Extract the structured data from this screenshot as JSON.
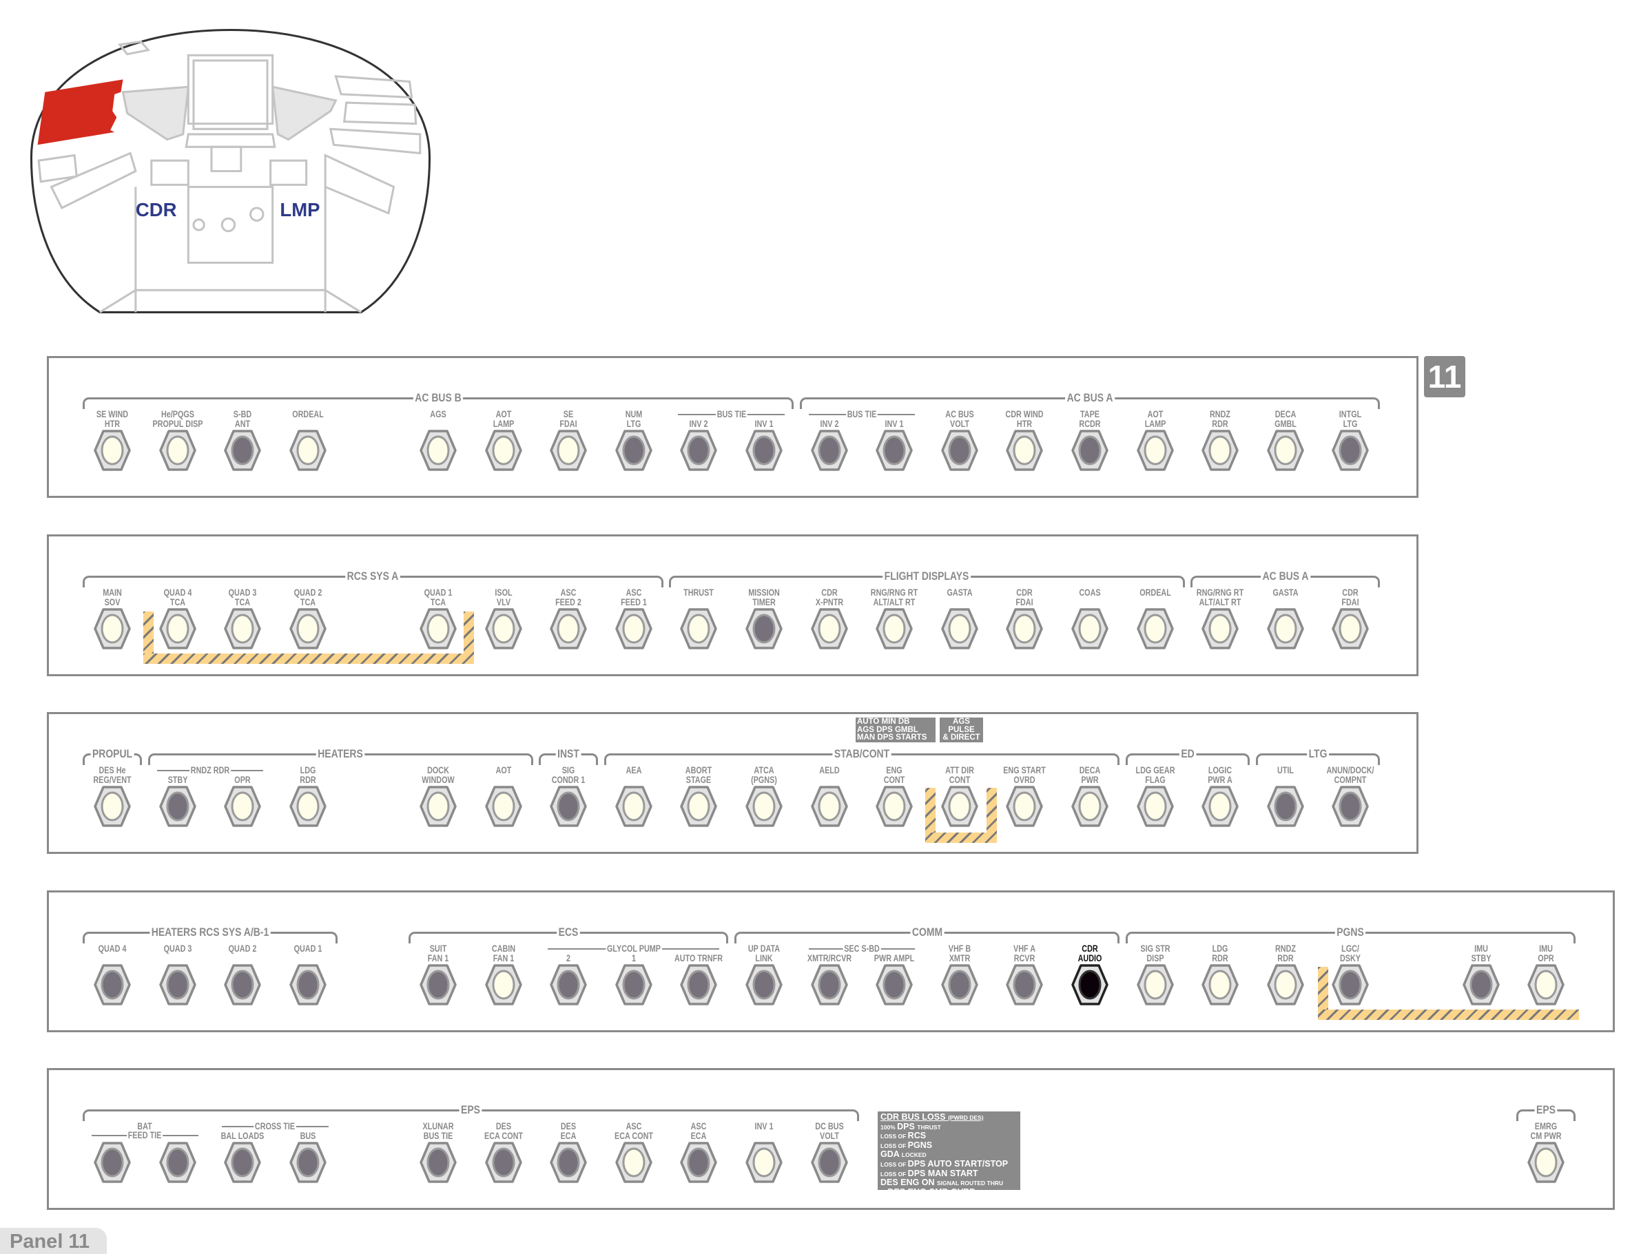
{
  "panel_badge": "11",
  "panel_tab": "Panel 11",
  "diagram": {
    "left_seat": "CDR",
    "right_seat": "LMP",
    "highlight_color": "#d42a1e",
    "seat_color": "#2e3a87"
  },
  "colors": {
    "on": "#fdfde9",
    "off": "#76717a",
    "selected": "#0b0209",
    "frame": "#8a8a8a",
    "hazard": "#fcd58c"
  },
  "rows": [
    {
      "groups": [
        {
          "label": "AC BUS B",
          "breakers": [
            {
              "label": "SE WIND\nHTR",
              "state": "on"
            },
            {
              "label": "He/PQGS\nPROPUL DISP",
              "state": "on"
            },
            {
              "label": "S-BD\nANT",
              "state": "off"
            },
            {
              "label": "ORDEAL",
              "state": "on"
            },
            null,
            {
              "label": "AGS",
              "state": "on"
            },
            {
              "label": "AOT\nLAMP",
              "state": "on"
            },
            {
              "label": "SE\nFDAI",
              "state": "on"
            },
            {
              "label": "NUM\nLTG",
              "state": "off"
            },
            {
              "label": "INV 2",
              "state": "off",
              "sub": "BUS TIE"
            },
            {
              "label": "INV 1",
              "state": "off",
              "sub": "BUS TIE"
            }
          ]
        },
        {
          "label": "AC BUS A",
          "breakers": [
            {
              "label": "INV 2",
              "state": "off",
              "sub": "BUS TIE"
            },
            {
              "label": "INV 1",
              "state": "off",
              "sub": "BUS TIE"
            },
            {
              "label": "AC BUS\nVOLT",
              "state": "off"
            },
            {
              "label": "CDR WIND\nHTR",
              "state": "on"
            },
            {
              "label": "TAPE\nRCDR",
              "state": "off"
            },
            {
              "label": "AOT\nLAMP",
              "state": "on"
            },
            {
              "label": "RNDZ\nRDR",
              "state": "on"
            },
            {
              "label": "DECA\nGMBL",
              "state": "on"
            },
            {
              "label": "INTGL\nLTG",
              "state": "off"
            }
          ]
        }
      ]
    },
    {
      "groups": [
        {
          "label": "RCS SYS A",
          "breakers": [
            {
              "label": "MAIN\nSOV",
              "state": "on"
            },
            {
              "label": "QUAD 4\nTCA",
              "state": "on"
            },
            {
              "label": "QUAD 3\nTCA",
              "state": "on"
            },
            {
              "label": "QUAD 2\nTCA",
              "state": "on"
            },
            null,
            {
              "label": "QUAD 1\nTCA",
              "state": "on"
            },
            {
              "label": "ISOL\nVLV",
              "state": "on"
            },
            {
              "label": "ASC\nFEED 2",
              "state": "on"
            },
            {
              "label": "ASC\nFEED 1",
              "state": "on"
            }
          ]
        },
        {
          "label": "FLIGHT DISPLAYS",
          "breakers": [
            {
              "label": "THRUST",
              "state": "on"
            },
            {
              "label": "MISSION\nTIMER",
              "state": "off"
            },
            {
              "label": "CDR\nX-PNTR",
              "state": "on"
            },
            {
              "label": "RNG/RNG RT\nALT/ALT RT",
              "state": "on"
            },
            {
              "label": "GASTA",
              "state": "on"
            },
            {
              "label": "CDR\nFDAI",
              "state": "on"
            },
            {
              "label": "COAS",
              "state": "on"
            },
            {
              "label": "ORDEAL",
              "state": "on"
            }
          ]
        },
        {
          "label": "AC BUS A",
          "breakers": [
            {
              "label": "RNG/RNG RT\nALT/ALT RT",
              "state": "on"
            },
            {
              "label": "GASTA",
              "state": "on"
            },
            {
              "label": "CDR\nFDAI",
              "state": "on"
            }
          ]
        }
      ]
    },
    {
      "groups": [
        {
          "label": "PROPUL",
          "breakers": [
            {
              "label": "DES He\nREG/VENT",
              "state": "on"
            }
          ]
        },
        {
          "label": "HEATERS",
          "breakers": [
            {
              "label": "STBY",
              "state": "off",
              "sub": "RNDZ RDR"
            },
            {
              "label": "OPR",
              "state": "on",
              "sub": "RNDZ RDR"
            },
            {
              "label": "LDG\nRDR",
              "state": "on"
            },
            null,
            {
              "label": "DOCK\nWINDOW",
              "state": "on"
            },
            {
              "label": "AOT",
              "state": "on"
            }
          ]
        },
        {
          "label": "INST",
          "breakers": [
            {
              "label": "SIG\nCONDR 1",
              "state": "off"
            }
          ]
        },
        {
          "label": "STAB/CONT",
          "breakers": [
            {
              "label": "AEA",
              "state": "on"
            },
            {
              "label": "ABORT\nSTAGE",
              "state": "on"
            },
            {
              "label": "ATCA\n(PGNS)",
              "state": "on"
            },
            {
              "label": "AELD",
              "state": "on"
            },
            {
              "label": "ENG\nCONT",
              "state": "on"
            },
            {
              "label": "ATT DIR\nCONT",
              "state": "on"
            },
            {
              "label": "ENG START\nOVRD",
              "state": "on"
            },
            {
              "label": "DECA\nPWR",
              "state": "on"
            }
          ]
        },
        {
          "label": "ED",
          "breakers": [
            {
              "label": "LDG GEAR\nFLAG",
              "state": "on"
            },
            {
              "label": "LOGIC\nPWR A",
              "state": "on"
            }
          ]
        },
        {
          "label": "LTG",
          "breakers": [
            {
              "label": "UTIL",
              "state": "off"
            },
            {
              "label": "ANUN/DOCK/\nCOMPNT",
              "state": "off"
            }
          ]
        }
      ],
      "notes": [
        {
          "text": "AUTO MIN DB\nAGS DPS GMBL\nMAN DPS STARTS"
        },
        {
          "text": "AGS\nPULSE\n& DIRECT"
        }
      ]
    },
    {
      "groups": [
        {
          "label": "HEATERS RCS SYS A/B-1",
          "breakers": [
            {
              "label": "QUAD 4",
              "state": "off"
            },
            {
              "label": "QUAD 3",
              "state": "off"
            },
            {
              "label": "QUAD 2",
              "state": "off"
            },
            {
              "label": "QUAD 1",
              "state": "off"
            }
          ]
        },
        {
          "label": null,
          "breakers": [
            null
          ]
        },
        {
          "label": "ECS",
          "breakers": [
            {
              "label": "SUIT\nFAN 1",
              "state": "off"
            },
            {
              "label": "CABIN\nFAN 1",
              "state": "on"
            },
            {
              "label": "2",
              "state": "off",
              "sub": "GLYCOL PUMP"
            },
            {
              "label": "1",
              "state": "off",
              "sub": "GLYCOL PUMP"
            },
            {
              "label": "AUTO TRNFR",
              "state": "off",
              "sub": "GLYCOL PUMP"
            }
          ]
        },
        {
          "label": "COMM",
          "breakers": [
            {
              "label": "UP DATA\nLINK",
              "state": "off"
            },
            {
              "label": "XMTR/RCVR",
              "state": "off",
              "sub": "SEC S-BD"
            },
            {
              "label": "PWR AMPL",
              "state": "off",
              "sub": "SEC S-BD"
            },
            {
              "label": "VHF B\nXMTR",
              "state": "off"
            },
            {
              "label": "VHF A\nRCVR",
              "state": "off"
            },
            {
              "label": "CDR\nAUDIO",
              "state": "selected"
            }
          ]
        },
        {
          "label": "PGNS",
          "breakers": [
            {
              "label": "SIG STR\nDISP",
              "state": "on"
            },
            {
              "label": "LDG\nRDR",
              "state": "on"
            },
            {
              "label": "RNDZ\nRDR",
              "state": "on"
            },
            {
              "label": "LGC/\nDSKY",
              "state": "off"
            },
            null,
            {
              "label": "IMU\nSTBY",
              "state": "off"
            },
            {
              "label": "IMU\nOPR",
              "state": "on"
            }
          ]
        }
      ]
    },
    {
      "groups": [
        {
          "label": "EPS",
          "breakers": [
            {
              "label": "",
              "state": "off",
              "sub": "FEED TIE",
              "sub_line": 2,
              "sub_title": "BAT"
            },
            {
              "label": "",
              "state": "off",
              "sub": "FEED TIE",
              "sub_line": 2
            },
            {
              "label": "BAL LOADS",
              "state": "off",
              "sub": "CROSS TIE"
            },
            {
              "label": "BUS",
              "state": "off",
              "sub": "CROSS TIE"
            },
            null,
            {
              "label": "XLUNAR\nBUS TIE",
              "state": "off"
            },
            {
              "label": "DES\nECA CONT",
              "state": "off"
            },
            {
              "label": "DES\nECA",
              "state": "off"
            },
            {
              "label": "ASC\nECA CONT",
              "state": "on"
            },
            {
              "label": "ASC\nECA",
              "state": "off"
            },
            {
              "label": "INV 1",
              "state": "on"
            },
            {
              "label": "DC BUS\nVOLT",
              "state": "off"
            }
          ]
        },
        {
          "label": null,
          "breakers": [
            null,
            null,
            null,
            null,
            null,
            null,
            null,
            null,
            null,
            null
          ]
        },
        {
          "label": "EPS",
          "breakers": [
            {
              "label": "EMRG\nCM PWR",
              "state": "on"
            }
          ]
        }
      ],
      "loss_note": {
        "title": "CDR BUS LOSS",
        "title_small": "(PWRD DES)",
        "lines": [
          [
            [
              "s",
              "100% "
            ],
            [
              "b",
              "DPS "
            ],
            [
              "s",
              "THRUST"
            ]
          ],
          [
            [
              "s",
              "LOSS OF "
            ],
            [
              "b",
              "RCS"
            ]
          ],
          [
            [
              "s",
              "LOSS OF "
            ],
            [
              "b",
              "PGNS"
            ]
          ],
          [
            [
              "b",
              "GDA "
            ],
            [
              "s",
              "LOCKED"
            ]
          ],
          [
            [
              "s",
              "LOSS OF "
            ],
            [
              "b",
              "DPS AUTO START/STOP"
            ]
          ],
          [
            [
              "s",
              "LOSS OF "
            ],
            [
              "b",
              "DPS MAN START"
            ]
          ],
          [
            [
              "b",
              "DES ENG ON "
            ],
            [
              "s",
              "SIGNAL ROUTED THRU"
            ]
          ],
          [
            [
              "b",
              "   DES ENG CMD OVRD "
            ],
            [
              "s",
              "SW"
            ]
          ]
        ]
      }
    }
  ]
}
